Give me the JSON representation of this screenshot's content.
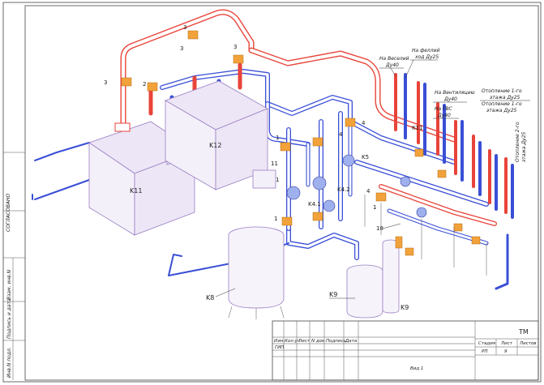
{
  "title_block": {
    "code": "ТМ",
    "stage_header": "Стадия",
    "sheet_header": "Лист",
    "sheets_header": "Листов",
    "stage_value": "РП",
    "sheet_value": "9",
    "view_caption": "Вид 1",
    "col_change": "Изм.",
    "col_qty": "Кол.уч",
    "col_sheet": "Лист",
    "col_doc": "N док",
    "col_sign": "Подпись",
    "col_date": "Дата",
    "gip": "ГИП"
  },
  "side_strip": {
    "agreed": "СОГЛАСОВАНО",
    "inv_replace": "Взам. инв.N",
    "sign_date": "Подпись и дата",
    "inv_orig": "Инв.N подл."
  },
  "equipment": {
    "k11_boiler": "K11",
    "k12_boiler": "K12",
    "k11_top": "K11",
    "k8": "K8",
    "k9a": "K9",
    "k9b": "K9",
    "k5": "K5",
    "k41": "K4.1",
    "k42": "K4.2",
    "n18": "18"
  },
  "callouts": [
    "3",
    "3",
    "3",
    "3",
    "2",
    "1",
    "1",
    "1",
    "4",
    "4",
    "4",
    "11",
    "1"
  ],
  "notes": {
    "floor_label": "На феллий",
    "floor_dn": "ход Ду25",
    "basement_label": "На Веселий",
    "basement_dn": "Ду40",
    "vent_label": "На Вентиляцию",
    "vent_dn": "Ду40",
    "gvs_label": "На ГВС",
    "gvs_dn": "Ду40",
    "heat1_label": "Отопление 1-го",
    "heat1_dn": "этажа Ду25",
    "heat1b_label": "Отопление 1-го",
    "heat1b_dn": "этажа Ду25",
    "heat2_label": "Отопление 2-го",
    "heat2_dn": "этажа Ду25"
  },
  "colors": {
    "supply": "#e8443a",
    "return": "#3a4fd6",
    "equipment": "#9a7fc4",
    "valve": "#f2a23a"
  }
}
